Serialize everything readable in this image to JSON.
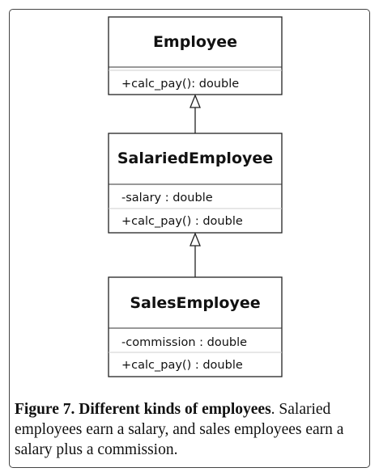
{
  "diagram": {
    "classes": [
      {
        "name": "Employee",
        "attributes": [],
        "methods": [
          "+calc_pay(): double"
        ]
      },
      {
        "name": "SalariedEmployee",
        "attributes": [
          "-salary : double"
        ],
        "methods": [
          "+calc_pay() : double"
        ]
      },
      {
        "name": "SalesEmployee",
        "attributes": [
          "-commission : double"
        ],
        "methods": [
          "+calc_pay() : double"
        ]
      }
    ],
    "relations": [
      {
        "type": "generalization",
        "from": "SalariedEmployee",
        "to": "Employee"
      },
      {
        "type": "generalization",
        "from": "SalesEmployee",
        "to": "SalariedEmployee"
      }
    ]
  },
  "caption": {
    "title": "Figure 7. Different kinds of employees",
    "title_end": ".",
    "text": "Salaried employees earn a salary, and sales employees earn a salary plus a commission."
  }
}
